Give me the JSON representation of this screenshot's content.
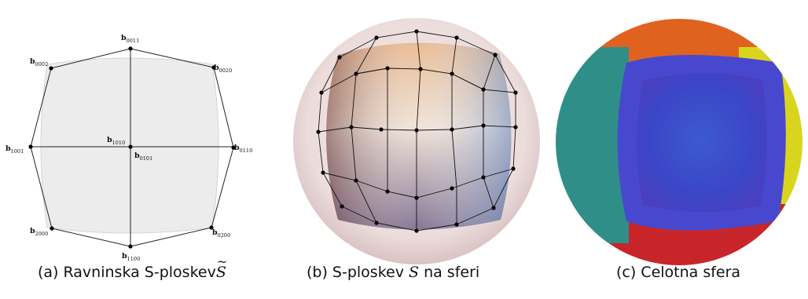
{
  "figure": {
    "panels": [
      {
        "id": "a",
        "caption_prefix": "(a) Ravninska S-ploskev",
        "caption_math": "S",
        "caption_suffix": "",
        "labels": {
          "b0011": {
            "main": "b",
            "sub": "0011"
          },
          "b0002": {
            "main": "b",
            "sub": "0002"
          },
          "b0020": {
            "main": "b",
            "sub": "0020"
          },
          "b1001": {
            "main": "b",
            "sub": "1001"
          },
          "b1010": {
            "main": "b",
            "sub": "1010"
          },
          "b0101": {
            "main": "b",
            "sub": "0101"
          },
          "b0110": {
            "main": "b",
            "sub": "0110"
          },
          "b2000": {
            "main": "b",
            "sub": "2000"
          },
          "b0200": {
            "main": "b",
            "sub": "0200"
          },
          "b1100": {
            "main": "b",
            "sub": "1100"
          }
        }
      },
      {
        "id": "b",
        "caption_prefix": "(b) S-ploskev ",
        "caption_math": "S",
        "caption_suffix": " na sferi"
      },
      {
        "id": "c",
        "caption_prefix": "(c) Celotna sfera",
        "caption_math": "",
        "caption_suffix": ""
      }
    ],
    "colors": {
      "patch_gray": "#ececec",
      "sphere_outer": "#e9d3d3",
      "face_orange": "#e0621f",
      "face_yellow": "#d9d51e",
      "face_red": "#c8252a",
      "face_teal": "#2f8f88",
      "face_blue": "#3f43c8"
    }
  }
}
